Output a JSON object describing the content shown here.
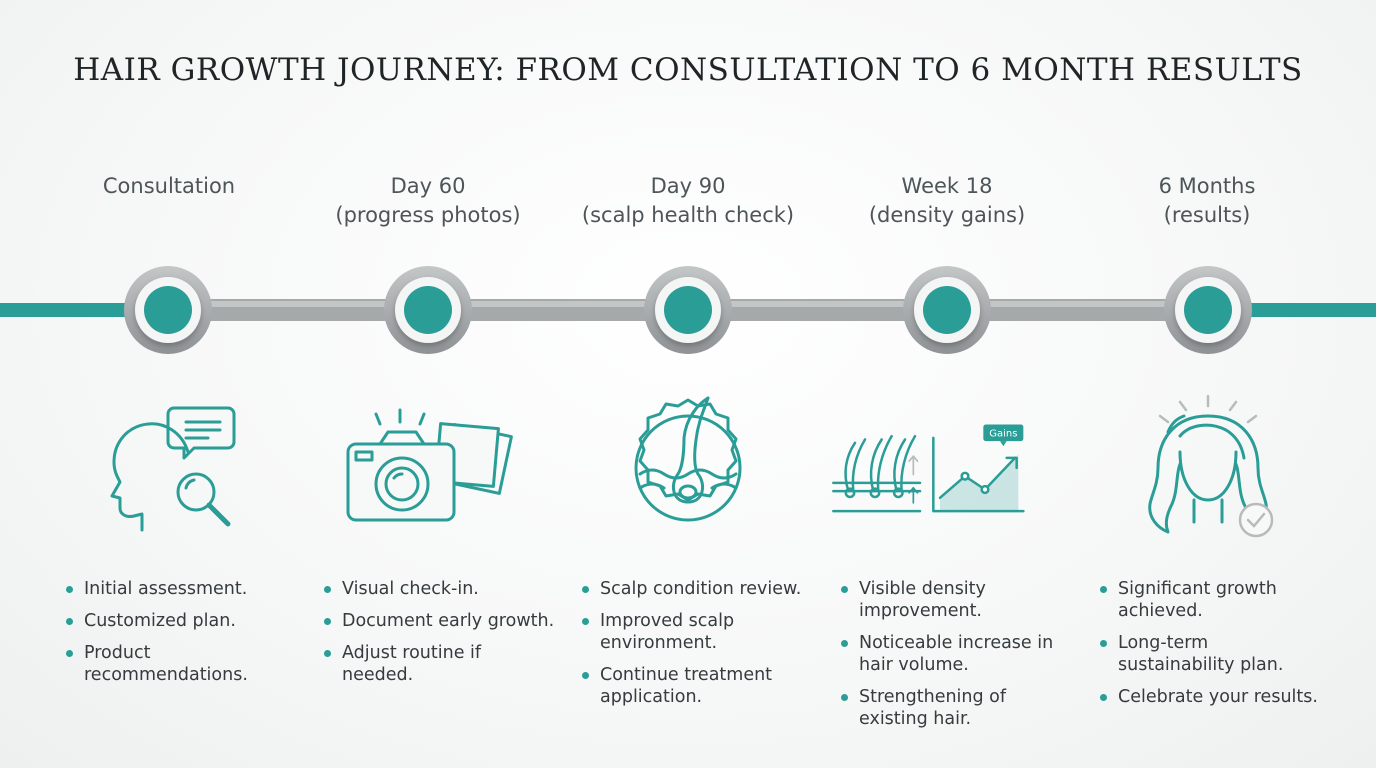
{
  "title": "HAIR GROWTH JOURNEY: FROM CONSULTATION TO 6 MONTH RESULTS",
  "colors": {
    "teal": "#2a9d96",
    "gray_line": "#a9acad",
    "text": "#353b3e"
  },
  "stages": [
    {
      "label_line1": "Consultation",
      "label_line2": "",
      "icon": "consultation-head-icon",
      "bullets": [
        "Initial assessment.",
        "Customized plan.",
        "Product recommendations."
      ]
    },
    {
      "label_line1": "Day 60",
      "label_line2": "(progress photos)",
      "icon": "camera-photos-icon",
      "bullets": [
        "Visual check-in.",
        "Document early growth.",
        "Adjust routine if needed."
      ]
    },
    {
      "label_line1": "Day 90",
      "label_line2": "(scalp health check)",
      "icon": "hair-follicle-icon",
      "bullets": [
        "Scalp condition review.",
        "Improved scalp environment.",
        "Continue treatment application."
      ]
    },
    {
      "label_line1": "Week 18",
      "label_line2": "(density gains)",
      "icon": "density-chart-icon",
      "badge": "Gains",
      "bullets": [
        "Visible density improvement.",
        "Noticeable increase in hair volume.",
        "Strengthening of existing hair."
      ]
    },
    {
      "label_line1": "6 Months",
      "label_line2": "(results)",
      "icon": "hair-result-icon",
      "bullets": [
        "Significant growth achieved.",
        "Long-term sustainability plan.",
        "Celebrate your results."
      ]
    }
  ]
}
